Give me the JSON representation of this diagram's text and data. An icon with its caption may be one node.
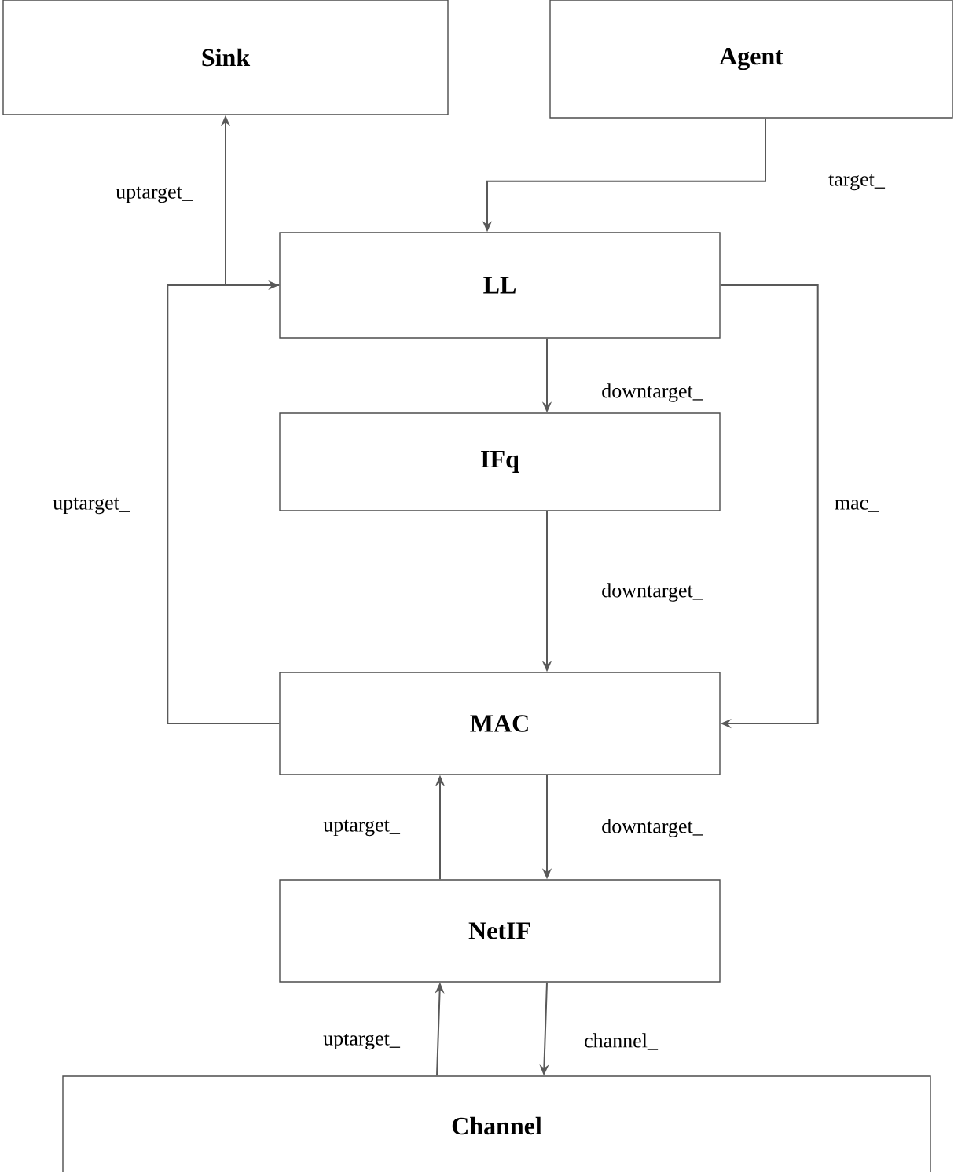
{
  "diagram": {
    "nodes": [
      {
        "text": [
          "**Sink**"
        ]
      },
      {
        "text": [
          "**Agent**"
        ]
      },
      {
        "text": [
          "**LL**"
        ]
      },
      {
        "text": [
          "**IFq**"
        ]
      },
      {
        "text": [
          "**MAC**"
        ]
      },
      {
        "text": [
          "**NetIF**"
        ]
      },
      {
        "text": [
          "**Channel**"
        ]
      }
    ],
    "edges": [
      {
        "from": 2,
        "to": 0,
        "arrow": "to",
        "label": "uptarget_"
      },
      {
        "from": 1,
        "to": 2,
        "arrow": "to",
        "label": "target_"
      },
      {
        "from": 2,
        "to": 3,
        "arrow": "to",
        "label": "downtarget_"
      },
      {
        "from": 3,
        "to": 4,
        "arrow": "to",
        "label": "downtarget_"
      },
      {
        "from": 4,
        "to": 2,
        "arrow": "to",
        "label": "uptarget_"
      },
      {
        "from": 2,
        "to": 4,
        "arrow": "to",
        "label": "mac_"
      },
      {
        "from": 5,
        "to": 4,
        "arrow": "to",
        "label": "uptarget_"
      },
      {
        "from": 4,
        "to": 5,
        "arrow": "to",
        "label": "downtarget_"
      },
      {
        "from": 5,
        "to": 6,
        "arrow": "to",
        "label": "channel_"
      },
      {
        "from": 6,
        "to": 5,
        "arrow": "to",
        "label": "uptarget_"
      }
    ]
  }
}
